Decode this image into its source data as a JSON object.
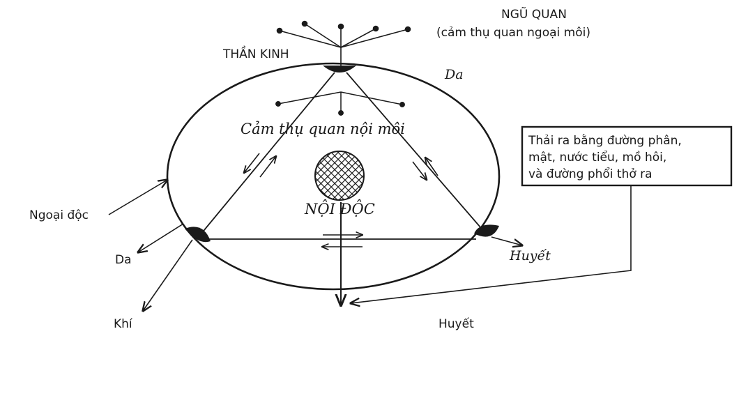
{
  "labels": {
    "ngu_quan": "NGŨ QUAN",
    "cam_thu_ngoai": "(cảm thụ quan ngoại môi)",
    "than_kinh": "THẦN KINH",
    "da_top": "Da",
    "cam_thu_noi": "Cảm thụ quan nội môi",
    "noi_doc": "NỘI ĐỘC",
    "ngoai_doc": "Ngoại độc",
    "da_left": "Da",
    "khi": "Khí",
    "huyet_right": "Huyết",
    "huyet_bottom": "Huyết"
  },
  "excretion_box": {
    "lines": [
      "Thải ra bằng đường phân,",
      "mật, nước tiểu, mồ hôi,",
      "và đường phổi thở ra"
    ]
  },
  "colors": {
    "ink": "#1a1a1a",
    "background": "#ffffff"
  }
}
